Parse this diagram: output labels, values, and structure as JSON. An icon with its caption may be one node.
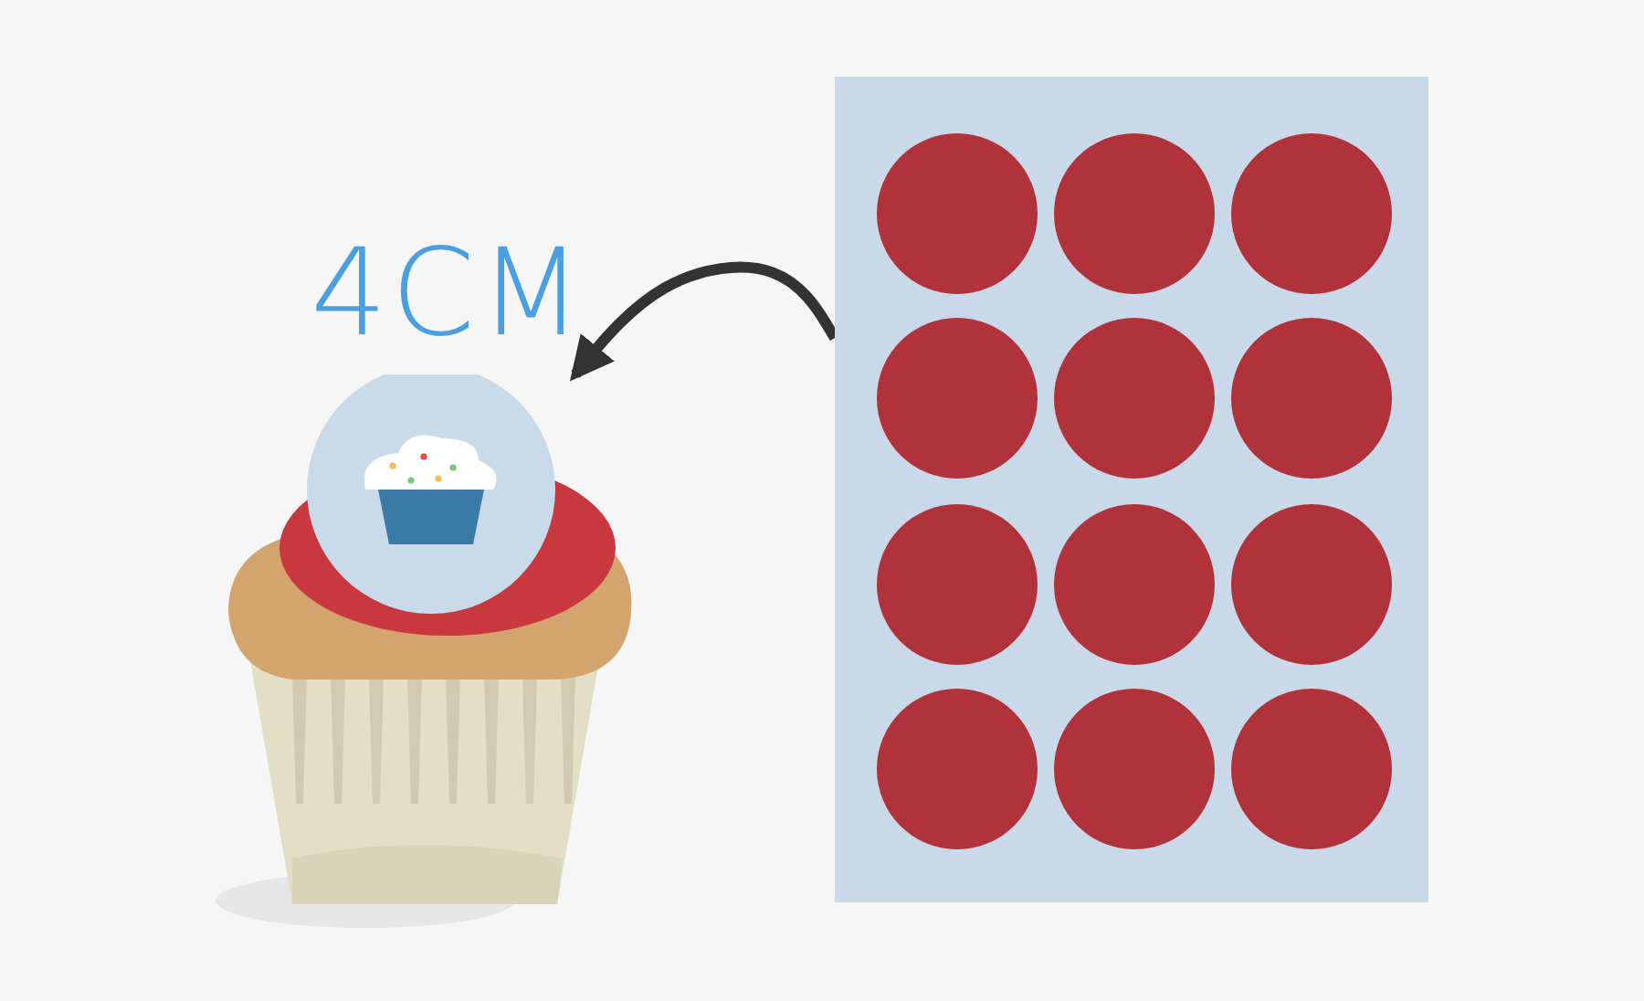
{
  "diagram": {
    "nodes": [
      {
        "text": [],
        "shape": "picture"
      },
      {
        "text": [],
        "shape": "box"
      }
    ],
    "edges": [
      {
        "from": 1,
        "to": 0,
        "arrow": "to"
      }
    ],
    "labels": [
      "4CM"
    ]
  }
}
